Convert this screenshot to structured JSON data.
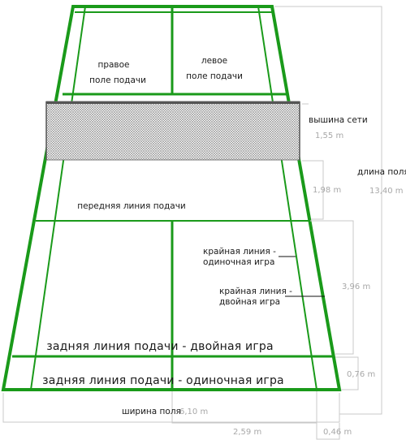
{
  "labels": {
    "right_service_court": [
      "правое",
      "поле подачи"
    ],
    "left_service_court": [
      "левое",
      "поле подачи"
    ],
    "net_height": "вышина сети",
    "front_service_line": "передняя линия подачи",
    "side_line_singles": [
      "крайная линия -",
      "одиночная игра"
    ],
    "side_line_doubles": [
      "крайная линия -",
      "двойная игра"
    ],
    "back_line_doubles": "задняя линия подачи - двойная игра",
    "back_line_singles": "задняя линия подачи - одиночная игра",
    "court_length": "длина поля",
    "court_width": "ширина поля"
  },
  "dimensions": {
    "net_height": "1,55 m",
    "net_to_front_line": "1,98 m",
    "court_length": "13,40 m",
    "front_to_back_doubles": "3,96 m",
    "back_doubles_to_back_singles": "0,76 m",
    "court_width": "6,10 m",
    "center_to_singles_side": "2,59 m",
    "singles_to_doubles_side": "0,46 m"
  },
  "colors": {
    "court_lines": "#1a9a1a",
    "net_mesh": "#9a9a9a",
    "dimension_lines": "#c8c8c8",
    "dimension_text": "#a8a8a8"
  }
}
